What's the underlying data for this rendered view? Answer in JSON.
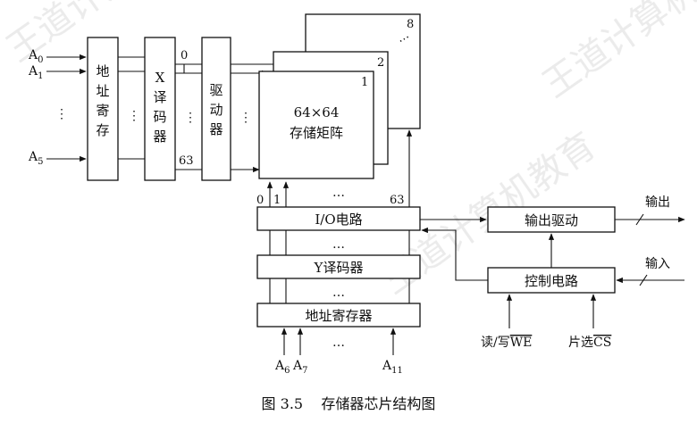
{
  "inputs_left": [
    "A0",
    "A1",
    "⋮",
    "A5"
  ],
  "blocks": {
    "addr_reg_top": "地址寄存器",
    "x_decoder": "X译码器",
    "driver": "驱动器",
    "matrix_size": "64×64",
    "matrix_name": "存储矩阵",
    "io_circuit": "I/O电路",
    "y_decoder": "Y译码器",
    "addr_reg_bottom": "地址寄存器",
    "output_driver": "输出驱动",
    "control_circuit": "控制电路"
  },
  "plane_numbers": [
    "1",
    "2",
    "8"
  ],
  "line_labels": {
    "x_first": "0",
    "x_last": "63",
    "y_first": "0",
    "y_second": "1",
    "y_last": "63",
    "dots_h": "…",
    "dots_v": "⋮"
  },
  "bottom_inputs": [
    "A6",
    "A7",
    "A11"
  ],
  "output_label": "输出",
  "input_label": "输入",
  "rw_label": "读/写",
  "rw_signal": "WE",
  "cs_label": "片选",
  "cs_signal": "CS",
  "caption": "图 3.5    存储器芯片结构图",
  "watermark": "王道计算机教育"
}
